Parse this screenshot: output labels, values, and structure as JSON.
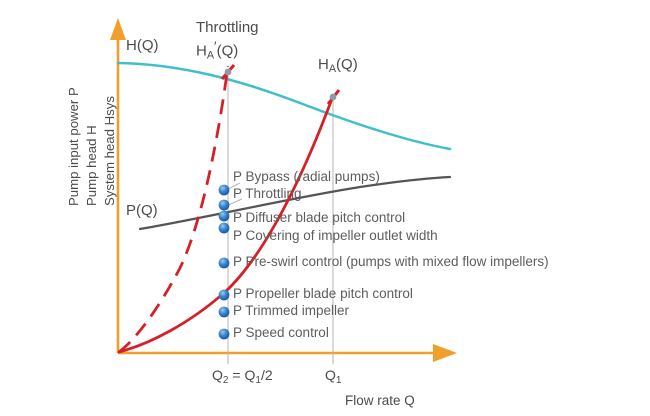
{
  "chart_data": {
    "type": "line",
    "title": "Throttling",
    "xlabel": "Flow rate Q",
    "ylabel_lines": [
      "Pump input power P",
      "Pump head H",
      "System head Hsys"
    ],
    "xticks": [
      "Q2 = Q1/2",
      "Q1"
    ],
    "grid": "vertical-at-ticks",
    "axis_color": "#F0A02A",
    "series": [
      {
        "name": "H(Q)",
        "label": "H(Q)",
        "color": "#3FBFC9",
        "style": "solid",
        "description": "Pump head characteristic curve, falling from left to right"
      },
      {
        "name": "HA_prime(Q)",
        "label": "H'A (Q)",
        "color": "#D62028",
        "style": "dashed",
        "description": "Throttled system characteristic, steep parabola through Q2"
      },
      {
        "name": "HA(Q)",
        "label": "HA(Q)",
        "color": "#D62028",
        "style": "solid",
        "description": "System characteristic parabola through Q1"
      },
      {
        "name": "P(Q)",
        "label": "P(Q)",
        "color": "#555555",
        "style": "solid",
        "description": "Pump input power curve, rising slightly to the right"
      }
    ],
    "legend_position": "inside-right-of-Q2-gridline",
    "marker_color_outer": "#1F63B5",
    "marker_color_inner": "#6FA8E0"
  },
  "curve_labels": {
    "h_q": "H(Q)",
    "ha_prime_q_base": "H",
    "ha_prime_q_sub": "A",
    "ha_prime_q_tail": "(Q)",
    "ha_q_base": "H",
    "ha_q_sub": "A",
    "ha_q_tail": "(Q)",
    "p_q": "P(Q)"
  },
  "title": {
    "text": "Throttling"
  },
  "axes": {
    "x_title": "Flow rate Q",
    "y_line1": "Pump input power P",
    "y_line2": "Pump head H",
    "y_line3": "System head Hsys",
    "tick_q2_prefix": "Q",
    "tick_q2_sub": "2",
    "tick_q2_mid": " = Q",
    "tick_q2_sub2": "1",
    "tick_q2_suffix": "/2",
    "tick_q1_prefix": "Q",
    "tick_q1_sub": "1"
  },
  "legend": {
    "items": [
      {
        "label": "P Bypass (radial pumps)",
        "y": 190
      },
      {
        "label": "P Throttling",
        "y": 205
      },
      {
        "label": "P Diffuser blade pitch control",
        "y": 220
      },
      {
        "label": "P Covering of impeller outlet width",
        "y": 237
      },
      {
        "label": "P Pre-swirl control (pumps with mixed flow impellers)",
        "y": 264
      },
      {
        "label": "P Propeller blade pitch control",
        "y": 295
      },
      {
        "label": "P Trimmed impeller",
        "y": 312
      },
      {
        "label": "P Speed control",
        "y": 334
      }
    ]
  }
}
